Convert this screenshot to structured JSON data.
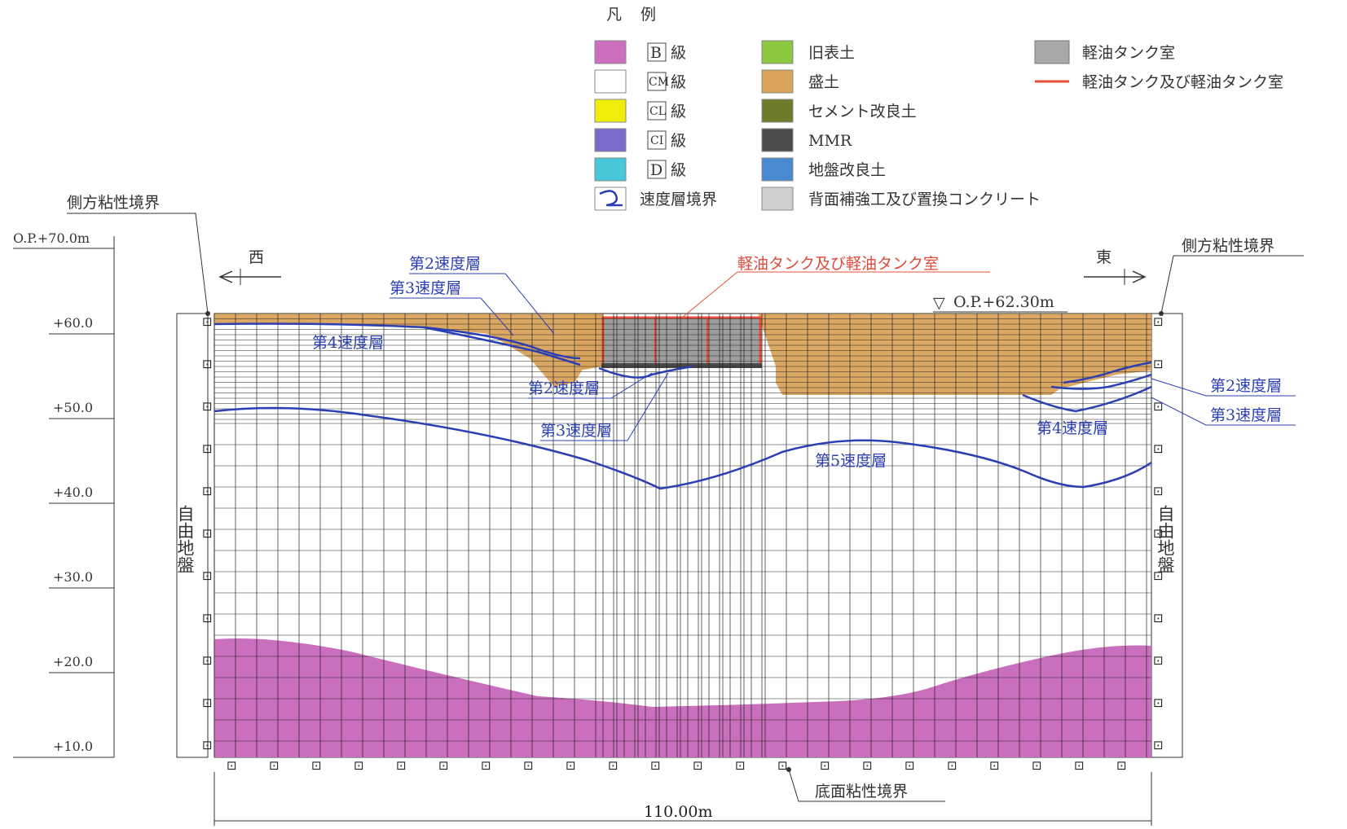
{
  "legend": {
    "title": "凡　例",
    "items": [
      {
        "key": "class-b",
        "code": "B",
        "suffix": "級",
        "color": "#cc6fbf"
      },
      {
        "key": "class-cm",
        "code": "CM",
        "suffix": "級",
        "color": "#ffffff"
      },
      {
        "key": "class-cl",
        "code": "CL",
        "suffix": "級",
        "color": "#f2ec0a"
      },
      {
        "key": "class-ci",
        "code": "CI",
        "suffix": "級",
        "color": "#7a6cc8"
      },
      {
        "key": "class-d",
        "code": "D",
        "suffix": "級",
        "color": "#46c8d8"
      },
      {
        "key": "velocity-boundary",
        "label": "速度層境界",
        "color": "#2b3fb3"
      },
      {
        "key": "old-topsoil",
        "label": "旧表土",
        "color": "#8cc940"
      },
      {
        "key": "embankment",
        "label": "盛土",
        "color": "#d9a35c"
      },
      {
        "key": "cement-soil",
        "label": "セメント改良土",
        "color": "#6e7a2a"
      },
      {
        "key": "mmr",
        "label": "MMR",
        "color": "#4a4a4a"
      },
      {
        "key": "ground-improved",
        "label": "地盤改良土",
        "color": "#4a8ad0"
      },
      {
        "key": "back-reinforce",
        "label": "背面補強工及び置換コンクリート",
        "color": "#cfcfcf"
      },
      {
        "key": "tank-room",
        "label": "軽油タンク室",
        "color": "#a8a8a8"
      },
      {
        "key": "tank-line",
        "label": "軽油タンク及び軽油タンク室",
        "color": "#e8503a"
      }
    ]
  },
  "labels": {
    "side_boundary_left": "側方粘性境界",
    "side_boundary_right": "側方粘性境界",
    "west": "西",
    "east": "東",
    "tank_title": "軽油タンク及び軽油タンク室",
    "ground_level": "O.P.+62.30m",
    "bottom_boundary": "底面粘性境界",
    "width_dim": "110.00m",
    "free_ground": "自由地盤",
    "layer2_top": "第2速度層",
    "layer3_top": "第3速度層",
    "layer4_left": "第4速度層",
    "layer2_center": "第2速度層",
    "layer3_center": "第3速度層",
    "layer5": "第5速度層",
    "layer4_right": "第4速度層",
    "layer2_right": "第2速度層",
    "layer3_right": "第3速度層",
    "dashpot_label": "⊡"
  },
  "elevation_axis": {
    "top_label": "O.P.+70.0m",
    "ticks": [
      "+60.0",
      "+50.0",
      "+40.0",
      "+30.0",
      "+20.0",
      "+10.0"
    ]
  }
}
